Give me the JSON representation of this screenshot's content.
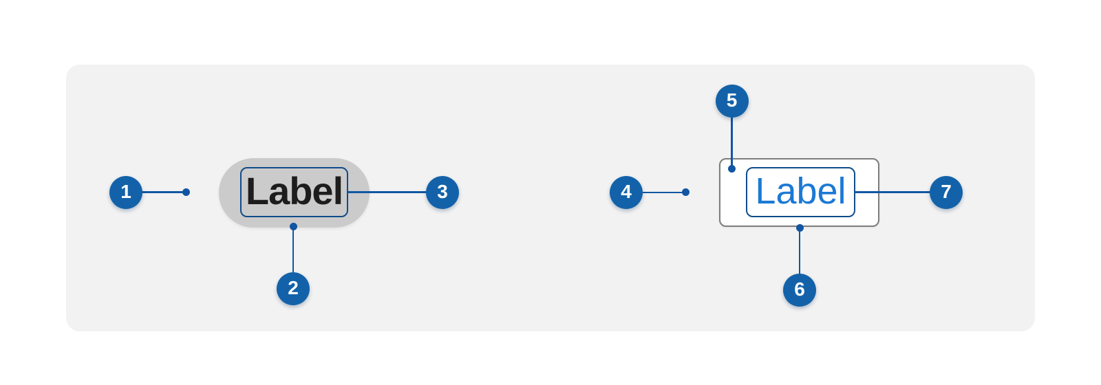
{
  "diagram": {
    "title": "button-label-anatomy-diagram"
  },
  "colors": {
    "callout_blue": "#1362a9",
    "connector_blue": "#1156a2",
    "focus_ring_blue": "#0f4c8a",
    "label_text_dark": "#1d1d1d",
    "label_text_blue": "#1b79d4",
    "pill_gray": "#cbcbcb",
    "container_border_gray": "#7d7d7d",
    "panel_bg": "#f2f2f2",
    "page_bg": "#ffffff"
  },
  "left_component": {
    "label": "Label"
  },
  "right_component": {
    "label": "Label"
  },
  "callouts": [
    {
      "number": "1"
    },
    {
      "number": "2"
    },
    {
      "number": "3"
    },
    {
      "number": "4"
    },
    {
      "number": "5"
    },
    {
      "number": "6"
    },
    {
      "number": "7"
    }
  ]
}
